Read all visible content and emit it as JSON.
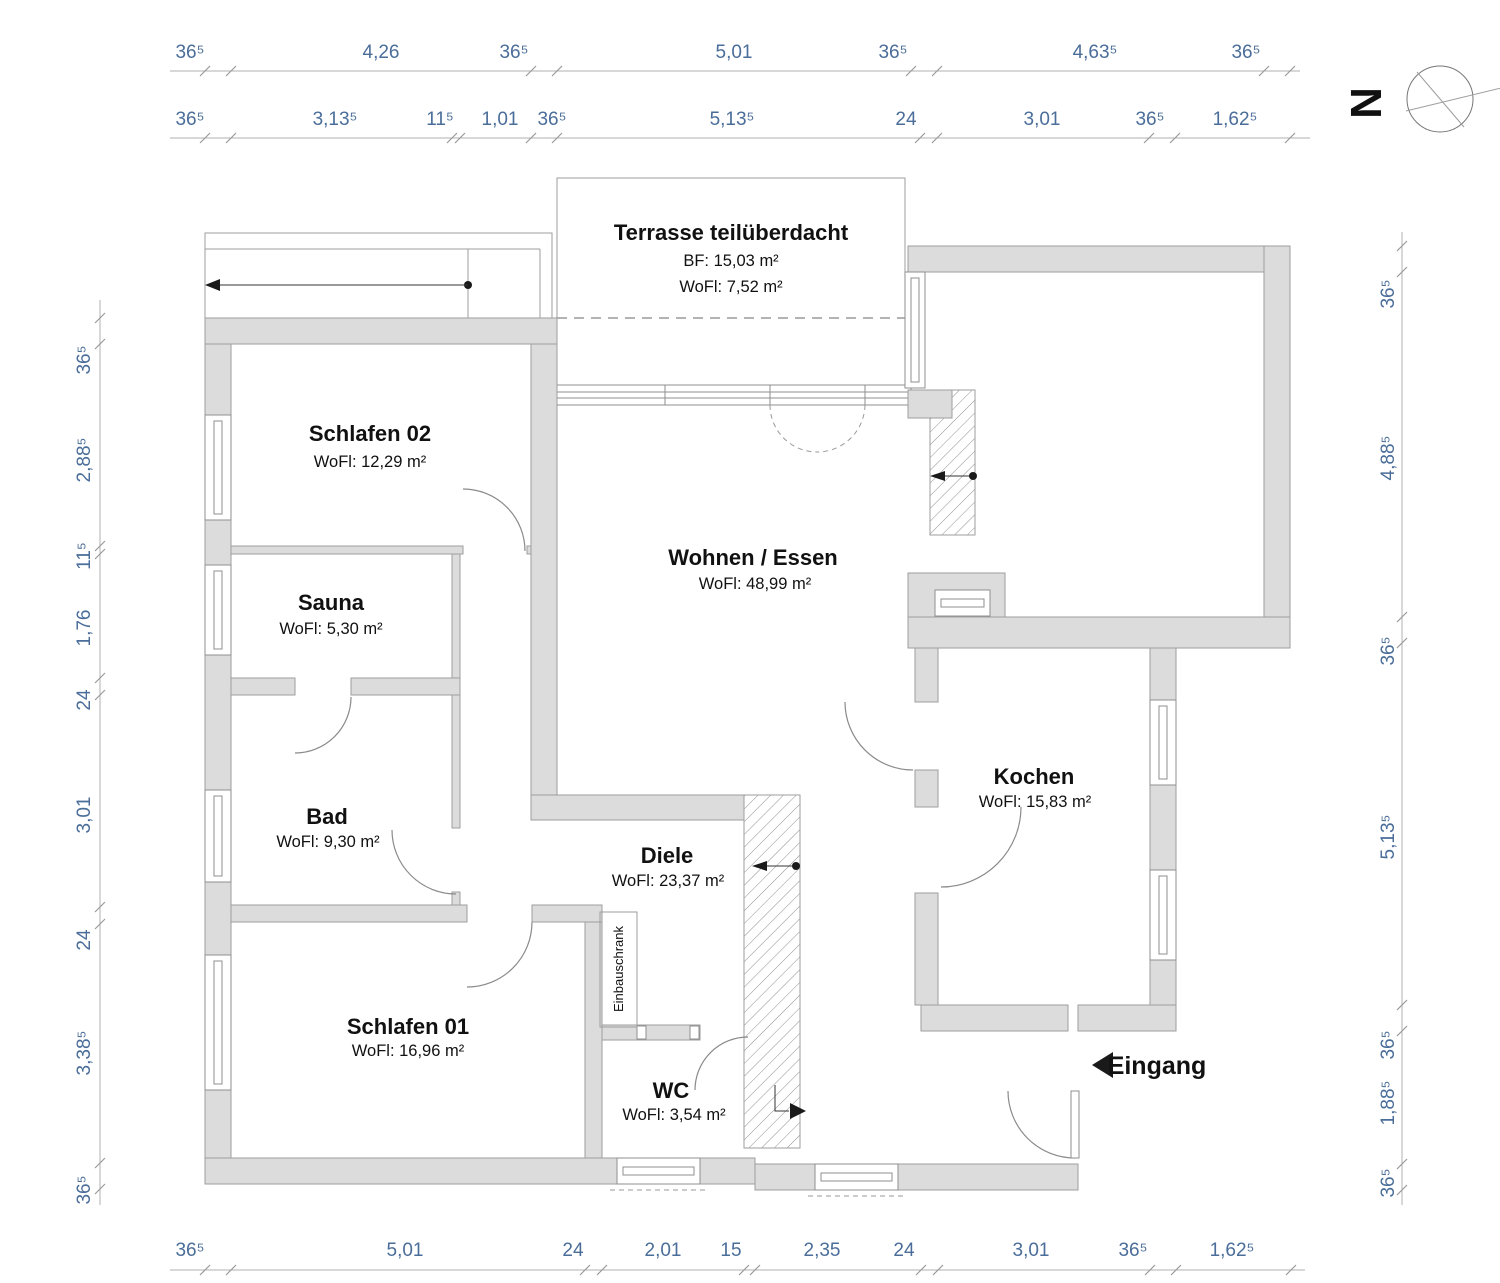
{
  "north": {
    "label": "N"
  },
  "entrance": {
    "label": "Eingang"
  },
  "closet": {
    "label": "Einbauschrank"
  },
  "rooms": {
    "terrasse": {
      "name": "Terrasse teilüberdacht",
      "line1": "BF: 15,03 m²",
      "line2": "WoFl: 7,52 m²"
    },
    "schlafen02": {
      "name": "Schlafen 02",
      "area": "WoFl: 12,29 m²"
    },
    "sauna": {
      "name": "Sauna",
      "area": "WoFl: 5,30 m²"
    },
    "bad": {
      "name": "Bad",
      "area": "WoFl: 9,30 m²"
    },
    "schlafen01": {
      "name": "Schlafen 01",
      "area": "WoFl: 16,96 m²"
    },
    "wc": {
      "name": "WC",
      "area": "WoFl: 3,54 m²"
    },
    "diele": {
      "name": "Diele",
      "area": "WoFl: 23,37 m²"
    },
    "wohnen": {
      "name": "Wohnen / Essen",
      "area": "WoFl: 48,99 m²"
    },
    "kochen": {
      "name": "Kochen",
      "area": "WoFl: 15,83 m²"
    }
  },
  "dims": {
    "top1": [
      "36⁵",
      "4,26",
      "36⁵",
      "5,01",
      "36⁵",
      "4,63⁵",
      "36⁵"
    ],
    "top2": [
      "36⁵",
      "3,13⁵",
      "11⁵",
      "1,01",
      "36⁵",
      "5,13⁵",
      "24",
      "3,01",
      "36⁵",
      "1,62⁵"
    ],
    "left": [
      "36⁵",
      "2,88⁵",
      "11⁵",
      "1,76",
      "24",
      "3,01",
      "24",
      "3,38⁵",
      "36⁵"
    ],
    "right": [
      "36⁵",
      "4,88⁵",
      "36⁵",
      "5,13⁵",
      "36⁵",
      "1,88⁵",
      "36⁵"
    ],
    "bottom": [
      "36⁵",
      "5,01",
      "24",
      "2,01",
      "15",
      "2,35",
      "24",
      "3,01",
      "36⁵",
      "1,62⁵"
    ]
  },
  "colors": {
    "wall": "#dcdcdc",
    "wall_stroke": "#9e9e9e",
    "dim_text": "#4a6d99",
    "line": "#b0b0b0",
    "ink": "#111111"
  }
}
